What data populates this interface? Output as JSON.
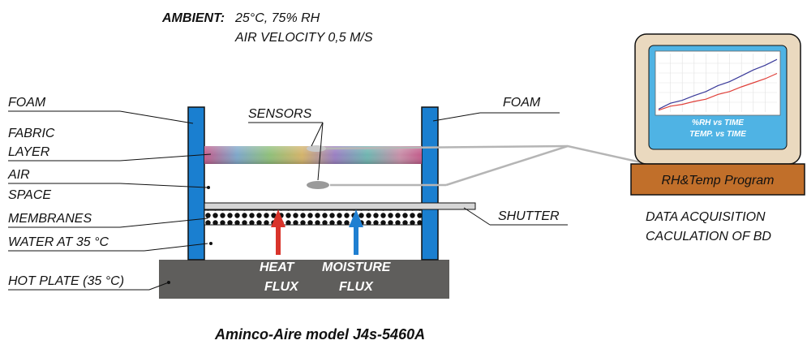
{
  "ambient": {
    "label": "AMBIENT:",
    "conditions": "25°C, 75% RH",
    "velocity": "AIR VELOCITY 0,5 M/S"
  },
  "left_labels": {
    "foam": "FOAM",
    "fabric": "FABRIC",
    "layer": "LAYER",
    "air": "AIR",
    "space": "SPACE",
    "membranes": "MEMBRANES",
    "water": "WATER AT 35 °C",
    "hot_plate": "HOT PLATE (35 °C)"
  },
  "right_labels": {
    "foam": "FOAM",
    "shutter": "SHUTTER"
  },
  "sensors_label": "SENSORS",
  "flux": {
    "heat_line1": "HEAT",
    "heat_line2": "FLUX",
    "moisture_line1": "MOISTURE",
    "moisture_line2": "FLUX"
  },
  "monitor": {
    "line1": "%RH vs TIME",
    "line2": "TEMP. vs TIME"
  },
  "program_label": "RH&Temp Program",
  "data_acq": {
    "line1": "DATA ACQUISITION",
    "line2": "CACULATION OF  BD"
  },
  "caption": "Aminco-Aire model J4s-5460A",
  "colors": {
    "post": "#1a7fd0",
    "hot_plate": "#5f5e5c",
    "monitor_frame": "#ead9bf",
    "monitor_screen": "#4fb3e4",
    "program_box": "#c16f2a",
    "heat_arrow": "#d9342b",
    "moisture_arrow": "#1f7fd1",
    "rh_curve": "#3a3a9a",
    "temp_curve": "#e0403a"
  },
  "monitor_chart": {
    "x": [
      0,
      1,
      2,
      3,
      4,
      5,
      6,
      7,
      8,
      9,
      10
    ],
    "rh": [
      5,
      15,
      20,
      28,
      35,
      45,
      52,
      62,
      72,
      80,
      90
    ],
    "temp": [
      3,
      10,
      13,
      18,
      22,
      30,
      35,
      43,
      50,
      57,
      66
    ]
  }
}
